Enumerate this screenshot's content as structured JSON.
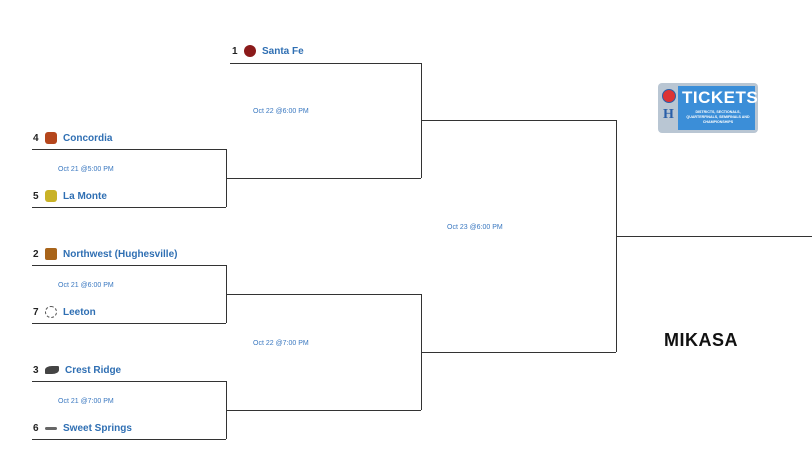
{
  "round1": [
    {
      "top": {
        "seed": "4",
        "name": "Concordia"
      },
      "bottom": {
        "seed": "5",
        "name": "La Monte"
      },
      "date": "Oct 21 @5:00 PM"
    },
    {
      "top": {
        "seed": "2",
        "name": "Northwest (Hughesville)"
      },
      "bottom": {
        "seed": "7",
        "name": "Leeton"
      },
      "date": "Oct 21 @6:00 PM"
    },
    {
      "top": {
        "seed": "3",
        "name": "Crest Ridge"
      },
      "bottom": {
        "seed": "6",
        "name": "Sweet Springs"
      },
      "date": "Oct 21 @7:00 PM"
    }
  ],
  "bye": {
    "seed": "1",
    "name": "Santa Fe"
  },
  "round2": [
    {
      "date": "Oct 22 @6:00 PM"
    },
    {
      "date": "Oct 22 @7:00 PM"
    }
  ],
  "final": {
    "date": "Oct 23 @6:00 PM"
  },
  "tickets": {
    "title": "TICKETS",
    "subtitle": "DISTRICTS, SECTIONALS, QUARTERFINALS, SEMIFINALS AND CHAMPIONSHIPS"
  },
  "sponsor": "MIKASA"
}
